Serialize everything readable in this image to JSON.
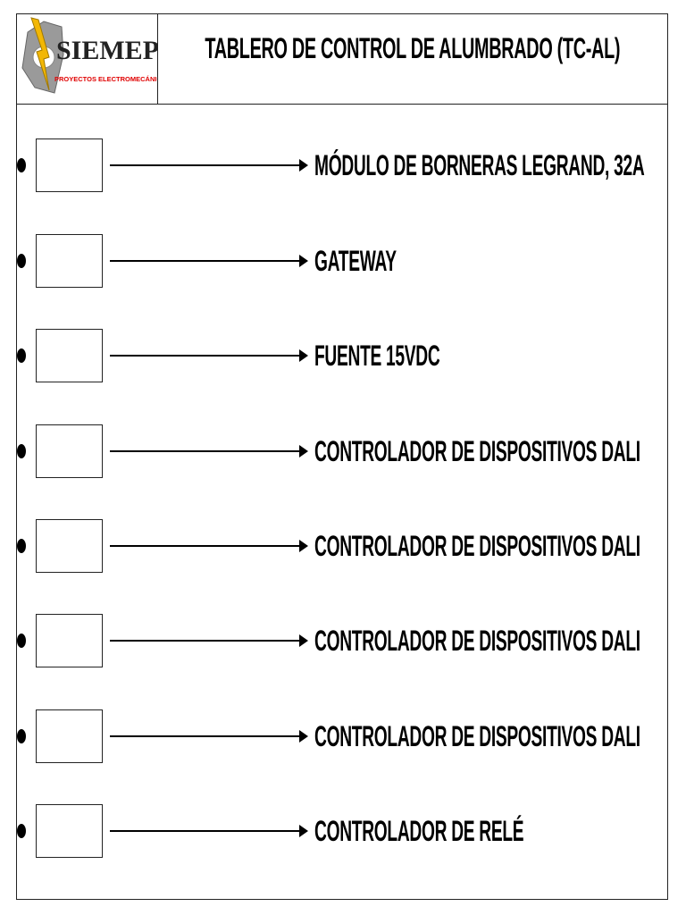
{
  "header": {
    "logo_text": "SIEMEP",
    "logo_subtitle": "PROYECTOS ELECTROMECÁNICOS",
    "title": "TABLERO DE CONTROL DE ALUMBRADO (TC-AL)"
  },
  "items": [
    {
      "label": "MÓDULO DE BORNERAS LEGRAND, 32A"
    },
    {
      "label": "GATEWAY"
    },
    {
      "label": "FUENTE 15VDC"
    },
    {
      "label": "CONTROLADOR DE DISPOSITIVOS DALI"
    },
    {
      "label": "CONTROLADOR DE DISPOSITIVOS DALI"
    },
    {
      "label": "CONTROLADOR DE DISPOSITIVOS DALI"
    },
    {
      "label": "CONTROLADOR DE DISPOSITIVOS DALI"
    },
    {
      "label": "CONTROLADOR DE RELÉ"
    }
  ]
}
